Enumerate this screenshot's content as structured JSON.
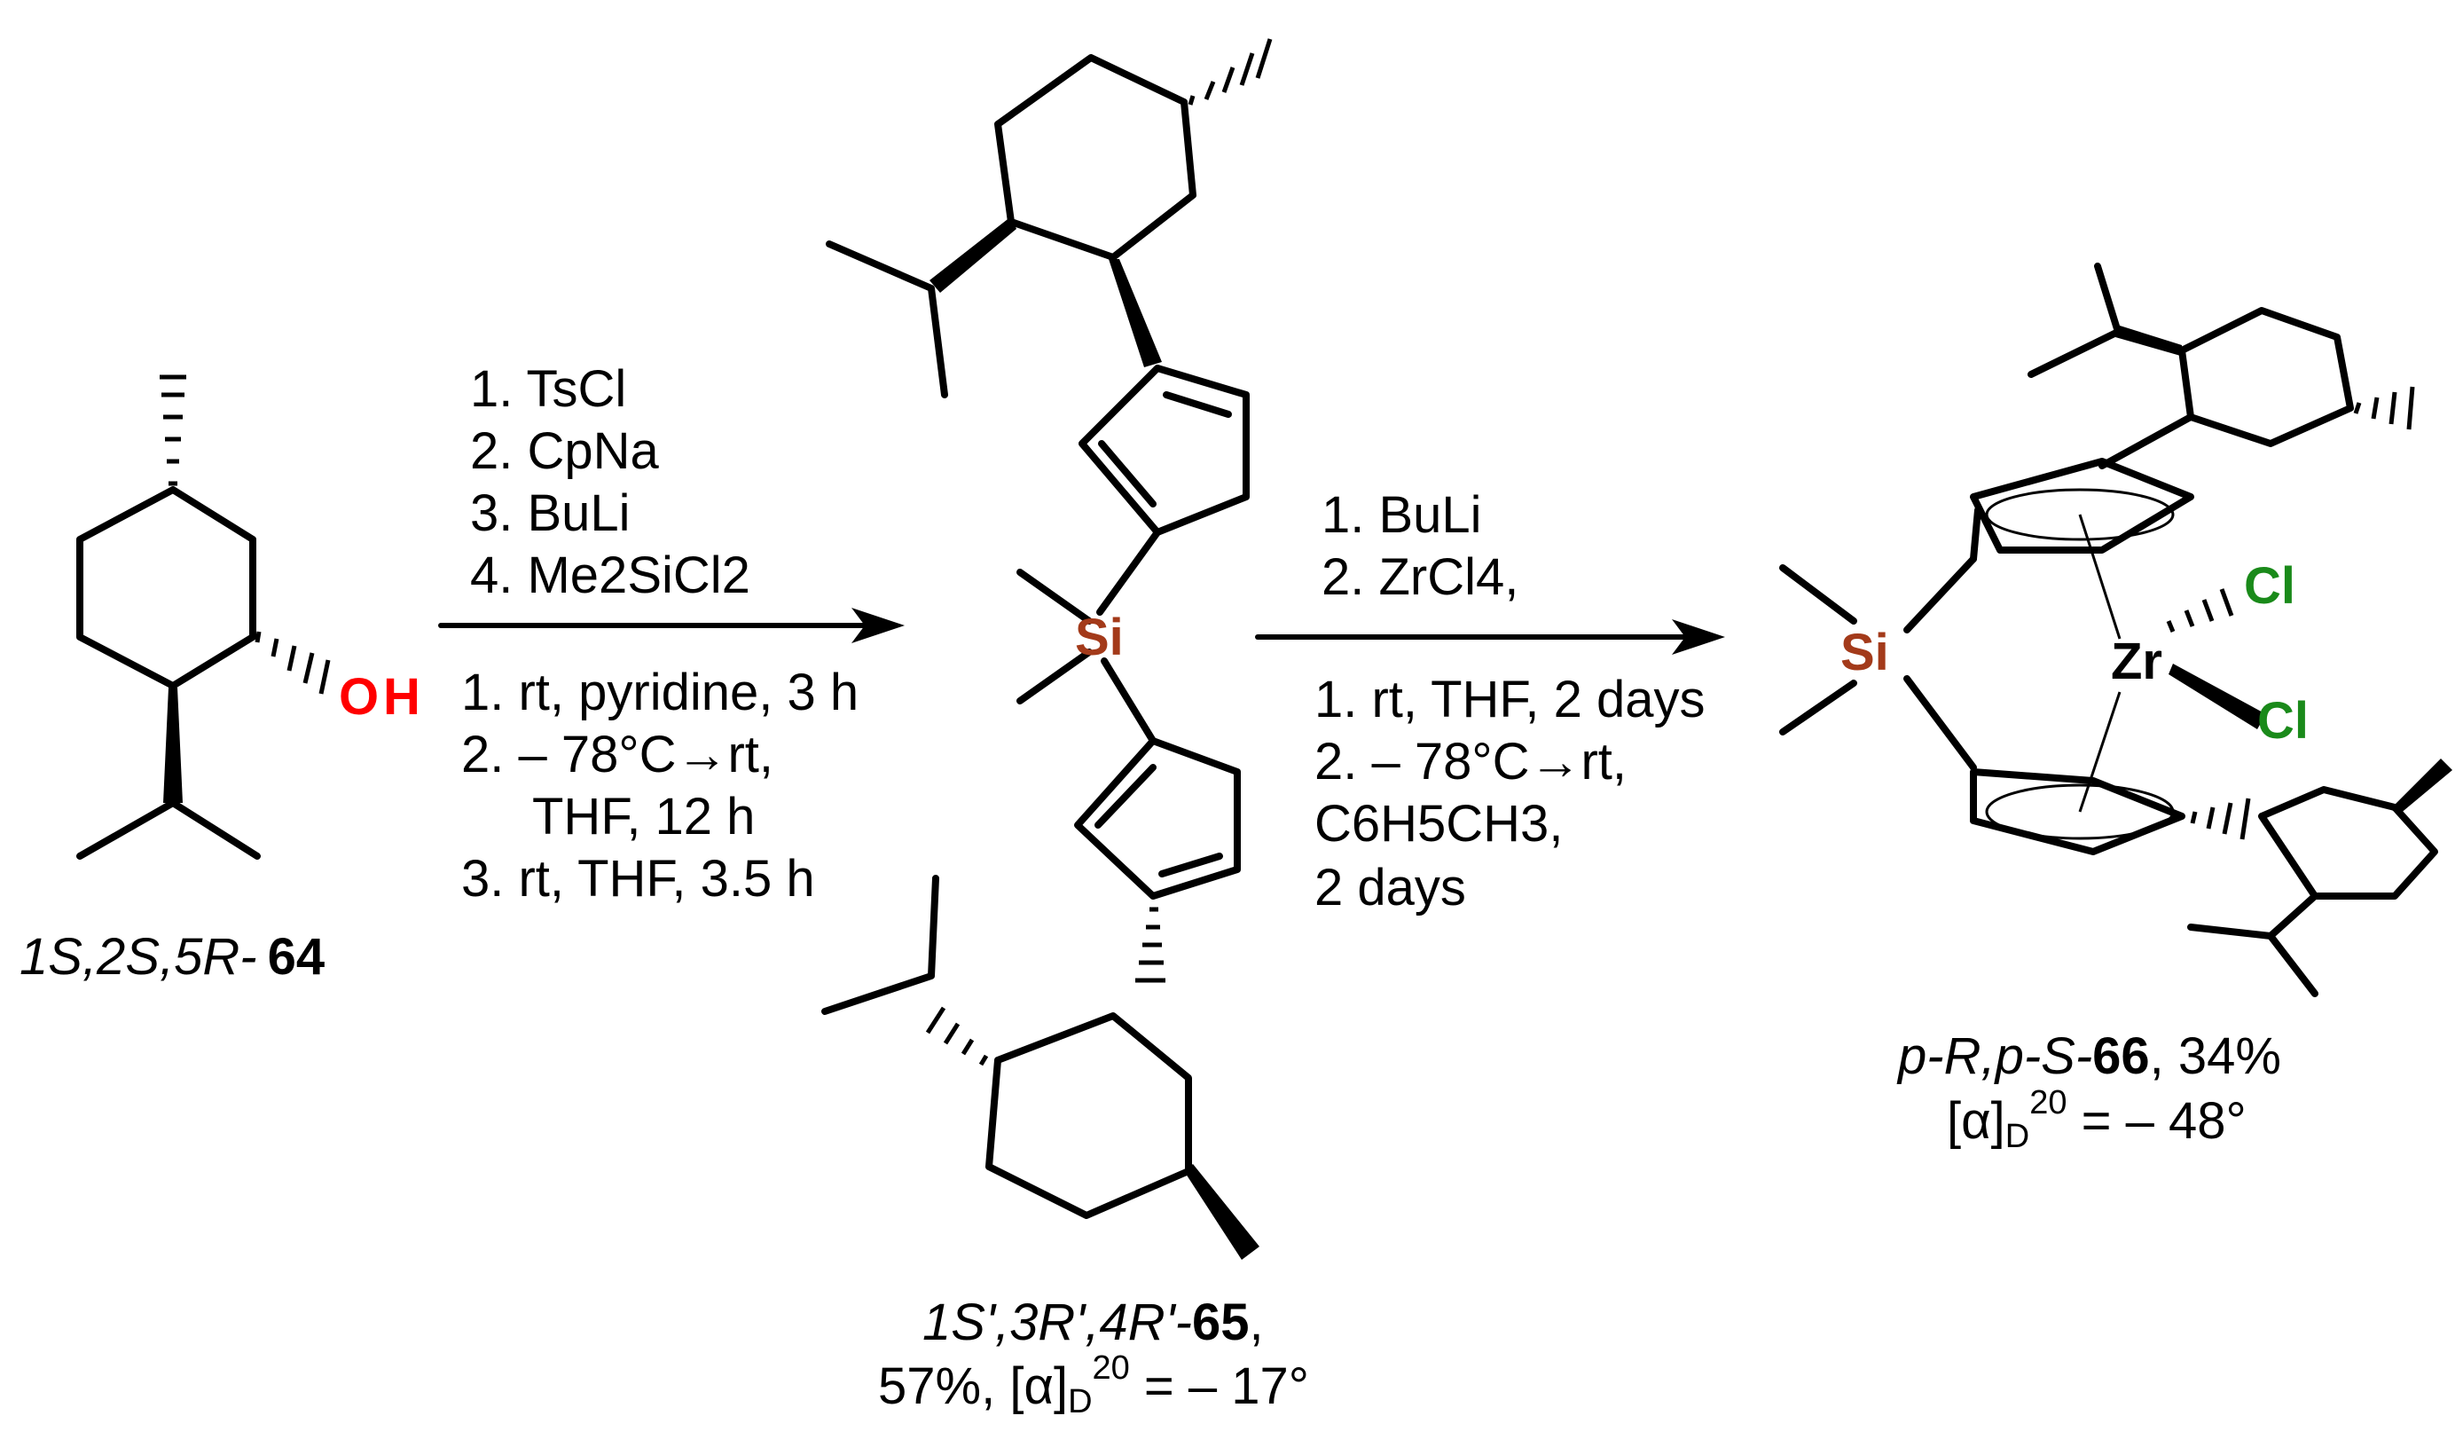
{
  "atoms": {
    "O": "O",
    "H": "H",
    "Si": "Si",
    "Zr": "Zr",
    "Cl": "Cl"
  },
  "colors": {
    "oxygen": "#ff0000",
    "silicon": "#a33a1a",
    "chlorine": "#1a8a1a",
    "bond": "#000000"
  },
  "step1": {
    "reagents": [
      "1. TsCl",
      "2. CpNa",
      "3. BuLi",
      "4. Me2SiCl2"
    ],
    "conditions": [
      "1. rt, pyridine, 3 h",
      "2. – 78°C→rt,",
      "THF, 12 h",
      "3. rt, THF, 3.5 h"
    ]
  },
  "step2": {
    "reagents": [
      "1. BuLi",
      "2. ZrCl4,"
    ],
    "conditions": [
      "1. rt, THF, 2 days",
      "2. – 78°C→rt,",
      "C6H5CH3,",
      "2 days"
    ]
  },
  "compound64": {
    "descriptor": "1S,2S,5R-",
    "number": "64"
  },
  "compound65": {
    "descriptor": "1S',3R',4R'-",
    "number": "65",
    "suffix": ",",
    "yield_line_prefix": "57%, [α]",
    "rotation_sub": "D",
    "rotation_sup": "20",
    "rotation_value": " = – 17°"
  },
  "compound66": {
    "descriptor": "p-R,p-S-",
    "number": "66",
    "yield": ", 34%",
    "rotation_prefix": "[α]",
    "rotation_sub": "D",
    "rotation_sup": "20",
    "rotation_value": " = – 48°"
  }
}
